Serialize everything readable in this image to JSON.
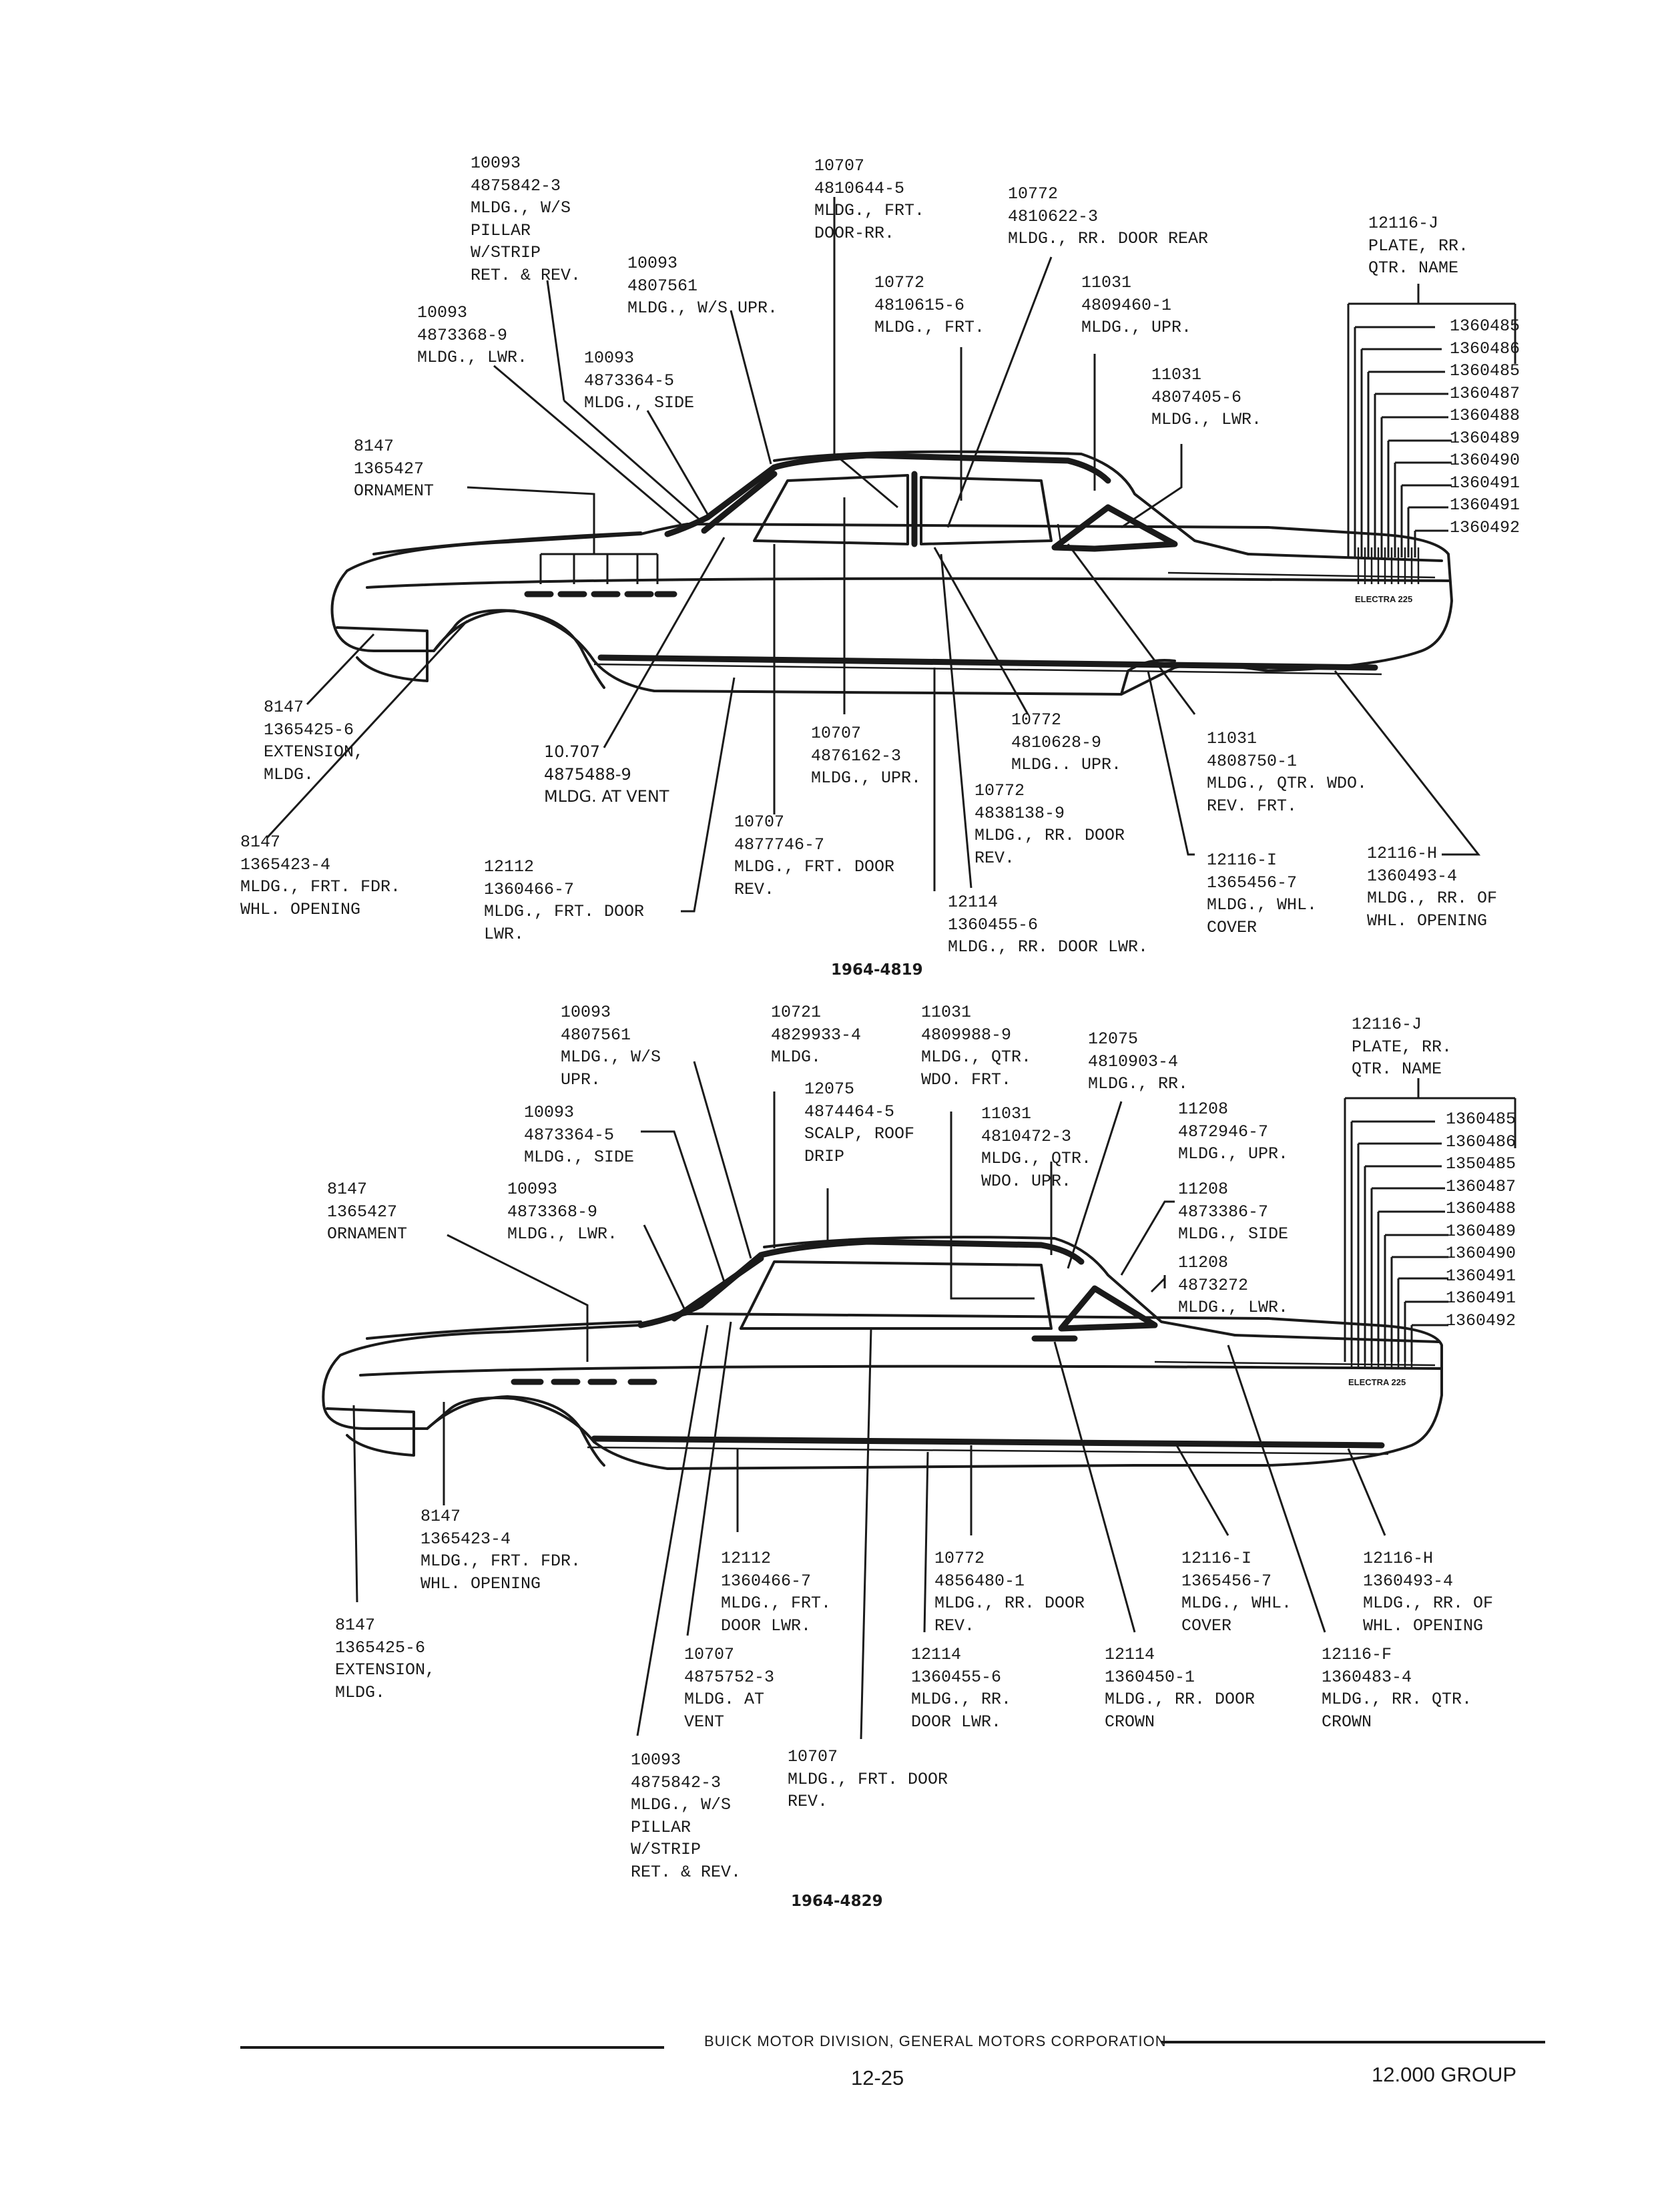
{
  "top_diagram": {
    "figure_number": "1964-4819",
    "badge": "ELECTRA 225",
    "callouts": [
      {
        "id": "t1",
        "lines": [
          "10093",
          "4875842-3",
          "MLDG., W/S",
          "PILLAR",
          "W/STRIP",
          "RET. & REV."
        ]
      },
      {
        "id": "t2",
        "lines": [
          "10093",
          "4807561",
          "MLDG., W/S UPR."
        ]
      },
      {
        "id": "t3",
        "lines": [
          "10093",
          "4873368-9",
          "MLDG., LWR."
        ]
      },
      {
        "id": "t4",
        "lines": [
          "10093",
          "4873364-5",
          "MLDG., SIDE"
        ]
      },
      {
        "id": "t5",
        "lines": [
          "8147",
          "1365427",
          "ORNAMENT"
        ]
      },
      {
        "id": "t6",
        "lines": [
          "10707",
          "4810644-5",
          "MLDG., FRT.",
          "DOOR-RR."
        ]
      },
      {
        "id": "t7",
        "lines": [
          "10772",
          "4810622-3",
          "MLDG., RR. DOOR REAR"
        ]
      },
      {
        "id": "t8",
        "lines": [
          "10772",
          "4810615-6",
          "MLDG., FRT."
        ]
      },
      {
        "id": "t9",
        "lines": [
          "11031",
          "4809460-1",
          "MLDG., UPR."
        ]
      },
      {
        "id": "t10",
        "lines": [
          "11031",
          "4807405-6",
          "MLDG., LWR."
        ]
      },
      {
        "id": "t11",
        "lines": [
          "12116-J",
          "PLATE, RR.",
          "QTR. NAME"
        ]
      },
      {
        "id": "t12",
        "lines": [
          "8147",
          "1365425-6",
          "EXTENSION,",
          "MLDG."
        ]
      },
      {
        "id": "t13",
        "lines": [
          "8147",
          "1365423-4",
          "MLDG., FRT. FDR.",
          "WHL. OPENING"
        ]
      },
      {
        "id": "t14",
        "lines": [
          "10.707",
          "4875488-9",
          "MLDG. AT VENT"
        ],
        "handwritten": true
      },
      {
        "id": "t15",
        "lines": [
          "12112",
          "1360466-7",
          "MLDG., FRT. DOOR",
          "LWR."
        ]
      },
      {
        "id": "t16",
        "lines": [
          "10707",
          "4876162-3",
          "MLDG., UPR."
        ]
      },
      {
        "id": "t17",
        "lines": [
          "10707",
          "4877746-7",
          "MLDG., FRT. DOOR",
          "REV."
        ]
      },
      {
        "id": "t18",
        "lines": [
          "10772",
          "4810628-9",
          "MLDG.. UPR."
        ]
      },
      {
        "id": "t19",
        "lines": [
          "10772",
          "4838138-9",
          "MLDG., RR. DOOR",
          "REV."
        ]
      },
      {
        "id": "t20",
        "lines": [
          "12114",
          "1360455-6",
          "MLDG., RR. DOOR LWR."
        ]
      },
      {
        "id": "t21",
        "lines": [
          "11031",
          "4808750-1",
          "MLDG., QTR. WDO.",
          "REV. FRT."
        ]
      },
      {
        "id": "t22",
        "lines": [
          "12116-I",
          "1365456-7",
          "MLDG., WHL.",
          "COVER"
        ]
      },
      {
        "id": "t23",
        "lines": [
          "12116-H",
          "1360493-4",
          "MLDG., RR. OF",
          "WHL. OPENING"
        ]
      }
    ],
    "letter_parts": [
      "1360485",
      "1360486",
      "1360485",
      "1360487",
      "1360488",
      "1360489",
      "1360490",
      "1360491",
      "1360491",
      "1360492"
    ]
  },
  "bottom_diagram": {
    "figure_number": "1964-4829",
    "badge": "ELECTRA 225",
    "callouts": [
      {
        "id": "b1",
        "lines": [
          "10093",
          "4807561",
          "MLDG., W/S",
          "UPR."
        ]
      },
      {
        "id": "b2",
        "lines": [
          "10721",
          "4829933-4",
          "MLDG."
        ]
      },
      {
        "id": "b3",
        "lines": [
          "11031",
          "4809988-9",
          "MLDG., QTR.",
          "WDO. FRT."
        ]
      },
      {
        "id": "b4",
        "lines": [
          "12075",
          "4810903-4",
          "MLDG., RR."
        ]
      },
      {
        "id": "b5",
        "lines": [
          "12116-J",
          "PLATE, RR.",
          "QTR. NAME"
        ]
      },
      {
        "id": "b6",
        "lines": [
          "12075",
          "4874464-5",
          "SCALP, ROOF",
          "DRIP"
        ]
      },
      {
        "id": "b7",
        "lines": [
          "10093",
          "4873364-5",
          "MLDG., SIDE"
        ]
      },
      {
        "id": "b8",
        "lines": [
          "11031",
          "4810472-3",
          "MLDG., QTR.",
          "WDO. UPR."
        ]
      },
      {
        "id": "b9",
        "lines": [
          "11208",
          "4872946-7",
          "MLDG., UPR."
        ]
      },
      {
        "id": "b10",
        "lines": [
          "8147",
          "1365427",
          "ORNAMENT"
        ]
      },
      {
        "id": "b11",
        "lines": [
          "10093",
          "4873368-9",
          "MLDG., LWR."
        ]
      },
      {
        "id": "b12",
        "lines": [
          "11208",
          "4873386-7",
          "MLDG., SIDE"
        ]
      },
      {
        "id": "b13",
        "lines": [
          "11208",
          "4873272",
          "MLDG., LWR."
        ]
      },
      {
        "id": "b14",
        "lines": [
          "8147",
          "1365423-4",
          "MLDG., FRT. FDR.",
          "WHL. OPENING"
        ]
      },
      {
        "id": "b15",
        "lines": [
          "12112",
          "1360466-7",
          "MLDG., FRT.",
          "DOOR LWR."
        ]
      },
      {
        "id": "b16",
        "lines": [
          "10772",
          "4856480-1",
          "MLDG., RR. DOOR",
          "REV."
        ]
      },
      {
        "id": "b17",
        "lines": [
          "12116-I",
          "1365456-7",
          "MLDG., WHL.",
          "COVER"
        ]
      },
      {
        "id": "b18",
        "lines": [
          "12116-H",
          "1360493-4",
          "MLDG., RR. OF",
          "WHL. OPENING"
        ]
      },
      {
        "id": "b19",
        "lines": [
          "8147",
          "1365425-6",
          "EXTENSION,",
          "MLDG."
        ]
      },
      {
        "id": "b20",
        "lines": [
          "10707",
          "4875752-3",
          "MLDG. AT",
          "VENT"
        ]
      },
      {
        "id": "b21",
        "lines": [
          "12114",
          "1360455-6",
          "MLDG., RR.",
          "DOOR LWR."
        ]
      },
      {
        "id": "b22",
        "lines": [
          "12114",
          "1360450-1",
          "MLDG., RR. DOOR",
          "CROWN"
        ]
      },
      {
        "id": "b23",
        "lines": [
          "12116-F",
          "1360483-4",
          "MLDG., RR. QTR.",
          "CROWN"
        ]
      },
      {
        "id": "b24",
        "lines": [
          "10093",
          "4875842-3",
          "MLDG., W/S",
          "PILLAR",
          "W/STRIP",
          "RET. & REV."
        ]
      },
      {
        "id": "b25",
        "lines": [
          "10707",
          "MLDG., FRT. DOOR",
          "REV."
        ]
      }
    ],
    "letter_parts": [
      "1360485",
      "1360486",
      "1350485",
      "1360487",
      "1360488",
      "1360489",
      "1360490",
      "1360491",
      "1360491",
      "1360492"
    ]
  },
  "footer": {
    "publisher": "BUICK MOTOR DIVISION, GENERAL MOTORS CORPORATION",
    "page_number": "12-25",
    "group": "12.000 GROUP"
  }
}
